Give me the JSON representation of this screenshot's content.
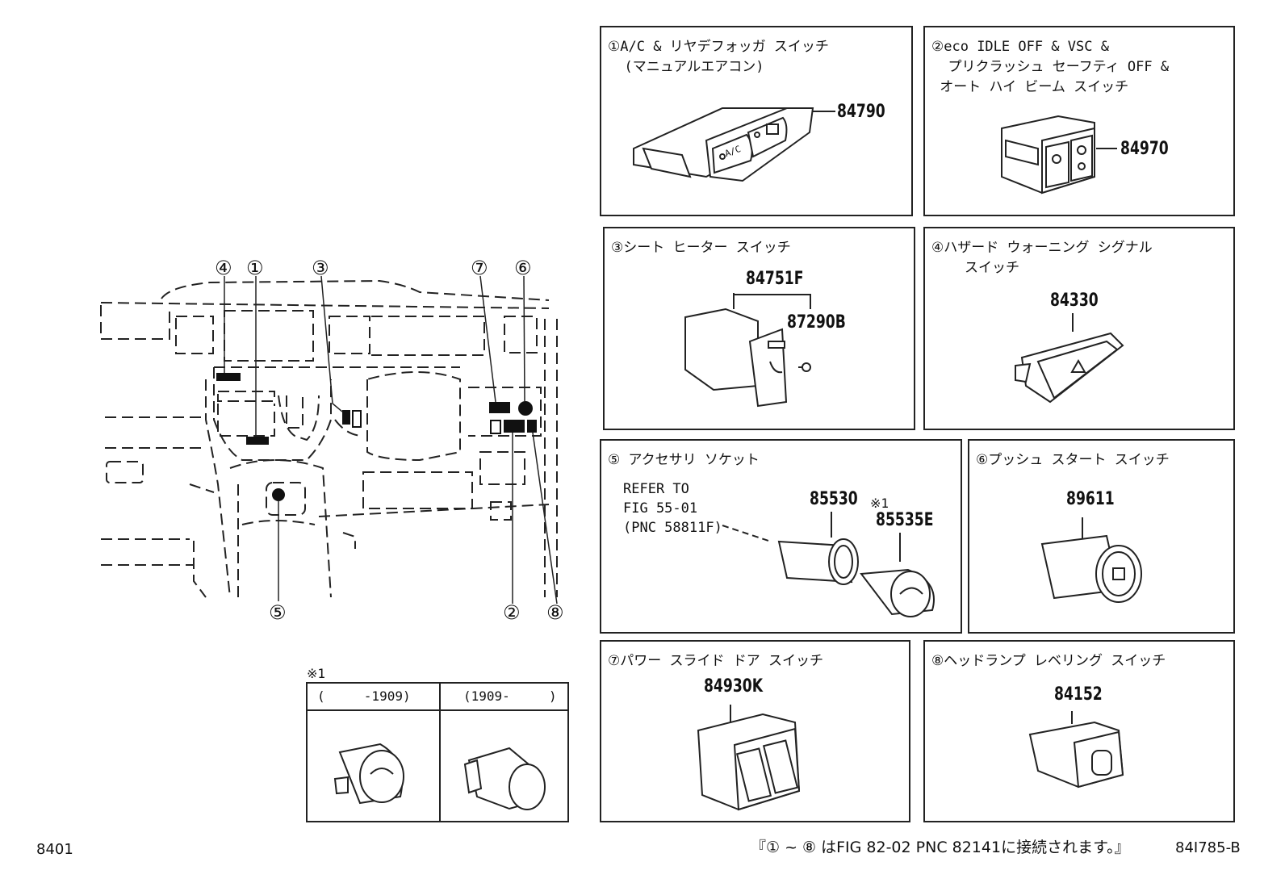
{
  "panels": [
    {
      "id": "1",
      "marker": "①",
      "title": "A/C & リヤデフォッガ スイッチ\n  (マニュアルエアコン)",
      "parts": [
        "84790"
      ]
    },
    {
      "id": "2",
      "marker": "②",
      "title": "eco IDLE OFF & VSC &\n  プリクラッシュ セーフティ OFF &\n オート ハイ ビーム スイッチ",
      "parts": [
        "84970"
      ]
    },
    {
      "id": "3",
      "marker": "③",
      "title": "シート ヒーター スイッチ",
      "parts": [
        "84751F",
        "87290B"
      ]
    },
    {
      "id": "4",
      "marker": "④",
      "title": "ハザード ウォーニング シグナル\n    スイッチ",
      "parts": [
        "84330"
      ]
    },
    {
      "id": "5",
      "marker": "⑤",
      "title": " アクセサリ ソケット",
      "parts": [
        "85530",
        "85535E"
      ],
      "reference": "REFER TO\nFIG 55-01\n(PNC 58811F)",
      "note_mark": "※1"
    },
    {
      "id": "6",
      "marker": "⑥",
      "title": "プッシュ スタート スイッチ",
      "parts": [
        "89611"
      ]
    },
    {
      "id": "7",
      "marker": "⑦",
      "title": "パワー スライド ドア スイッチ",
      "parts": [
        "84930K"
      ]
    },
    {
      "id": "8",
      "marker": "⑧",
      "title": "ヘッドランプ レベリング スイッチ",
      "parts": [
        "84152"
      ]
    }
  ],
  "part_text": {
    "ac": "A/C"
  },
  "dashboard": {
    "markers": [
      "④",
      "①",
      "③",
      "⑦",
      "⑥",
      "⑤",
      "②",
      "⑧"
    ]
  },
  "variant_table": {
    "note_mark": "※1",
    "headers": [
      "(     -1909)",
      "(1909-     )"
    ]
  },
  "footer": {
    "page_code": "8401",
    "connection_note": "『① ~ ⑧ はFIG 82-02 PNC 82141に接続されます。』",
    "drawing_id": "84I785-B"
  }
}
